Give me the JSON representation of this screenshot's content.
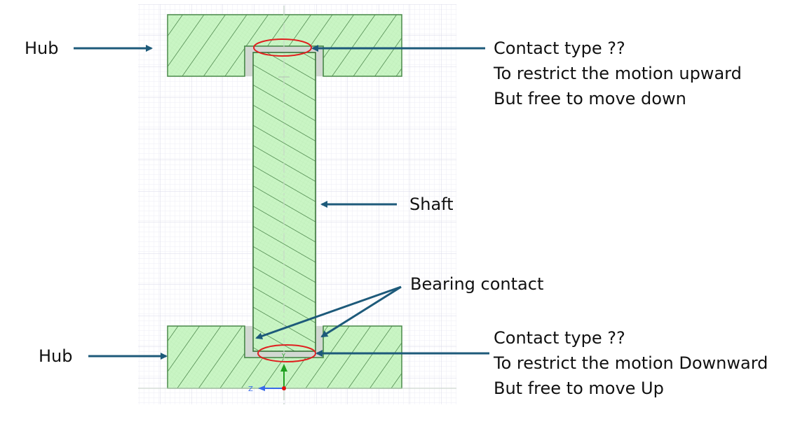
{
  "diagram": {
    "title": "Shaft and hub cross-section with contact annotations",
    "colors": {
      "part_fill": "#c9f5c4",
      "part_edge": "#4a8a4a",
      "hatch": "#3e7a3e",
      "gap_fill": "#d2d8d2",
      "grid_minor": "#ececf4",
      "grid_major": "#d8d8e8",
      "arrow": "#1d5a7a",
      "highlight_ellipse": "#e02020",
      "axis_y": "#20a020",
      "axis_z": "#3a6ae8",
      "origin": "#e01010"
    },
    "parts": [
      {
        "id": "hub-top",
        "name": "Hub"
      },
      {
        "id": "shaft",
        "name": "Shaft"
      },
      {
        "id": "hub-bottom",
        "name": "Hub"
      }
    ],
    "axes": {
      "z_label": "Z",
      "y_label": "Y"
    }
  },
  "labels": {
    "hub_top": "Hub",
    "hub_bottom": "Hub",
    "shaft": "Shaft",
    "bearing_contact": "Bearing contact"
  },
  "notes": {
    "top": [
      "Contact type ??",
      "To restrict the motion upward",
      "But free to move down"
    ],
    "bottom": [
      "Contact type ??",
      "To restrict the motion Downward",
      "But free to move Up"
    ]
  }
}
